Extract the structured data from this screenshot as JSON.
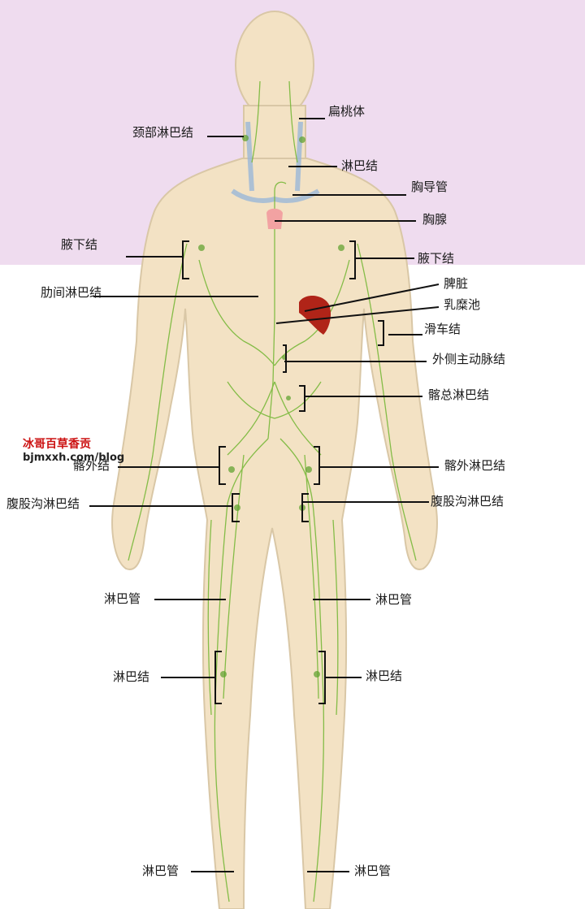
{
  "labels": {
    "tonsil": "扁桃体",
    "cervical_nodes": "颈部淋巴结",
    "lymph_node_neck": "淋巴结",
    "thoracic_duct": "胸导管",
    "thymus": "胸腺",
    "axillary_left": "腋下结",
    "axillary_right": "腋下结",
    "intercostal_nodes": "肋间淋巴结",
    "spleen": "脾脏",
    "cisterna_chyli": "乳糜池",
    "trochlear_node": "滑车结",
    "lateral_aortic_nodes": "外侧主动脉结",
    "common_iliac_nodes": "髂总淋巴结",
    "external_iliac_left": "髂外结",
    "external_iliac_right": "髂外淋巴结",
    "inguinal_left": "腹股沟淋巴结",
    "inguinal_right": "腹股沟淋巴结",
    "lymph_vessel_left_thigh": "淋巴管",
    "lymph_vessel_right_thigh": "淋巴管",
    "lymph_node_left_knee": "淋巴结",
    "lymph_node_right_knee": "淋巴结",
    "lymph_vessel_left_ankle": "淋巴管",
    "lymph_vessel_right_ankle": "淋巴管"
  },
  "watermark": {
    "line1": "冰哥百草香贡",
    "line2": "bjmxxh.com/blog"
  },
  "colors": {
    "band": "#efdcef",
    "skin": "#f3e2c4",
    "body_outline": "#d9c7a6",
    "lymph_vessel": "#78b83a",
    "lymph_node": "#5aa02a",
    "spleen": "#b02418",
    "thymus": "#f2a2a2",
    "vein": "#9bb8d8",
    "watermark_red": "#cc1111",
    "watermark_dark": "#222222",
    "leader": "#111111"
  }
}
